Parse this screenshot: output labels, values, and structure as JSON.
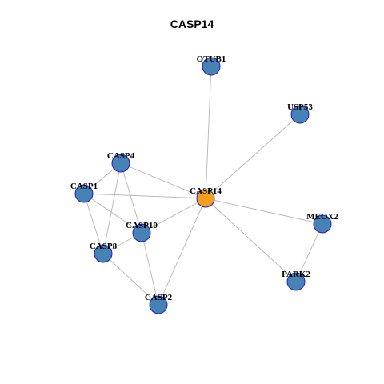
{
  "title": "CASP14",
  "colors": {
    "hub_fill": "#f5a01a",
    "node_fill": "#4682b4",
    "node_border": "#1f1fcc",
    "edge": "#b5b5b5"
  },
  "nodes": [
    {
      "id": "CASP14",
      "label": "CASP14",
      "hub": true
    },
    {
      "id": "OTUB1",
      "label": "OTUB1",
      "hub": false
    },
    {
      "id": "USP53",
      "label": "USP53",
      "hub": false
    },
    {
      "id": "CASP4",
      "label": "CASP4",
      "hub": false
    },
    {
      "id": "CASP1",
      "label": "CASP1",
      "hub": false
    },
    {
      "id": "CASP10",
      "label": "CASP10",
      "hub": false
    },
    {
      "id": "CASP8",
      "label": "CASP8",
      "hub": false
    },
    {
      "id": "CASP2",
      "label": "CASP2",
      "hub": false
    },
    {
      "id": "MEOX2",
      "label": "MEOX2",
      "hub": false
    },
    {
      "id": "PARK2",
      "label": "PARK2",
      "hub": false
    }
  ],
  "edges": [
    [
      "CASP14",
      "OTUB1"
    ],
    [
      "CASP14",
      "USP53"
    ],
    [
      "CASP14",
      "CASP4"
    ],
    [
      "CASP14",
      "CASP1"
    ],
    [
      "CASP14",
      "CASP10"
    ],
    [
      "CASP14",
      "CASP2"
    ],
    [
      "CASP14",
      "MEOX2"
    ],
    [
      "CASP14",
      "PARK2"
    ],
    [
      "CASP4",
      "CASP10"
    ],
    [
      "CASP4",
      "CASP8"
    ],
    [
      "CASP4",
      "CASP1"
    ],
    [
      "CASP1",
      "CASP10"
    ],
    [
      "CASP1",
      "CASP8"
    ],
    [
      "CASP10",
      "CASP8"
    ],
    [
      "CASP10",
      "CASP2"
    ],
    [
      "CASP8",
      "CASP2"
    ],
    [
      "MEOX2",
      "PARK2"
    ]
  ]
}
